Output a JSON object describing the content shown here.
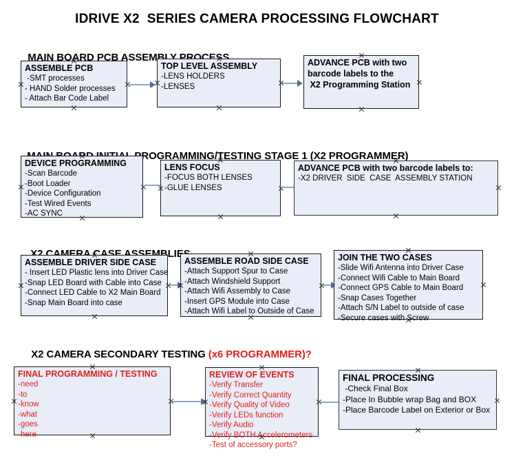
{
  "title": "IDRIVE X2  SERIES CAMERA PROCESSING FLOWCHART",
  "accent_color": "#e02020",
  "box_fill": "#e8edf7",
  "box_border": "#1a1a1a",
  "arrow_color": "#8fa6c4",
  "sections": [
    {
      "heading": "MAIN BOARD PCB ASSEMBLY PROCESS",
      "heading_accent": "",
      "boxes": [
        {
          "title": "ASSEMBLE PCB",
          "lines": [
            " -SMT processes",
            "- HAND Solder processes",
            "- Attach Bar Code Label"
          ]
        },
        {
          "title": "TOP LEVEL ASSEMBLY",
          "lines": [
            "-LENS HOLDERS",
            "-LENSES"
          ]
        },
        {
          "title": "ADVANCE PCB with two",
          "lines": [
            "barcode labels to the",
            " X2 Programming Station"
          ]
        }
      ]
    },
    {
      "heading": "MAIN BOARD INITIAL PROGRAMMING/TESTING STAGE 1 (X2 PROGRAMMER)",
      "heading_accent": "",
      "boxes": [
        {
          "title": "DEVICE PROGRAMMING",
          "lines": [
            "-Scan Barcode",
            "-Boot Loader",
            "-Device Configuration",
            "-Test Wired Events",
            "-AC SYNC"
          ]
        },
        {
          "title": "LENS FOCUS",
          "lines": [
            "-FOCUS BOTH LENSES",
            "-GLUE LENSES"
          ]
        },
        {
          "title": "ADVANCE PCB with two barcode labels to:",
          "lines": [
            "-X2 DRIVER  SIDE  CASE  ASSEMBLY STATION"
          ]
        }
      ]
    },
    {
      "heading": "X2 CAMERA CASE ASSEMBLIES",
      "heading_accent": "",
      "boxes": [
        {
          "title": "ASSEMBLE DRIVER SIDE CASE",
          "lines": [
            "- Insert LED Plastic lens into Driver Case",
            "-Snap LED Board with Cable into Case",
            "-Connect LED Cable to X2 Main Board",
            "-Snap Main Board into case"
          ]
        },
        {
          "title": "ASSEMBLE ROAD SIDE CASE",
          "lines": [
            "-Attach Support Spur to Case",
            "-Attach Windshield Support",
            "-Attach Wifi Assembly to Case",
            "-Insert GPS Module into Case",
            "-Attach Wifi Label to Outside of Case"
          ]
        },
        {
          "title": "JOIN THE TWO CASES",
          "lines": [
            "-Slide Wifi Antenna into Driver Case",
            "-Connect Wifi Cable to Main Board",
            "-Connect GPS Cable to Main Board",
            "-Snap Cases Together",
            "-Attach S/N Label to outside of case",
            "-Secure cases with Screw"
          ]
        }
      ]
    },
    {
      "heading": "X2 CAMERA SECONDARY TESTING ",
      "heading_accent": "(x6 PROGRAMMER)?",
      "boxes": [
        {
          "title": "FINAL PROGRAMMING / TESTING",
          "lines": [
            "-need",
            "-to",
            "-know",
            "-what",
            "-goes",
            "-here"
          ]
        },
        {
          "title": "REVIEW OF EVENTS",
          "lines": [
            "-Verify Transfer",
            "-Verify Correct Quantity",
            "-Verify Quality of Video",
            "-Verify LEDs function",
            "-Verify Audio",
            "-Verify BOTH Accelerometers",
            "-Test of accessory ports?"
          ]
        },
        {
          "title": "FINAL PROCESSING",
          "lines": [
            " -Check Final Box",
            "-Place In Bubble wrap Bag and BOX",
            "-Place Barcode Label on Exterior or Box"
          ]
        }
      ]
    }
  ]
}
